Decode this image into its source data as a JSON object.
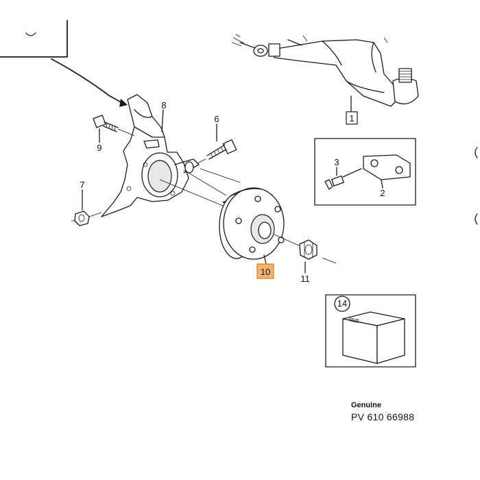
{
  "parts": [
    {
      "id": "p1",
      "label": "1"
    },
    {
      "id": "p2",
      "label": "2"
    },
    {
      "id": "p3",
      "label": "3"
    },
    {
      "id": "p6",
      "label": "6"
    },
    {
      "id": "p7",
      "label": "7"
    },
    {
      "id": "p8",
      "label": "8"
    },
    {
      "id": "p9",
      "label": "9"
    },
    {
      "id": "p10",
      "label": "10"
    },
    {
      "id": "p11",
      "label": "11"
    },
    {
      "id": "p14",
      "label": "14"
    }
  ],
  "box_text": "VOLVO",
  "footer": {
    "genuine": "Genuine",
    "code": "PV 610  66988"
  },
  "colors": {
    "highlight_fill": "#f7b26a",
    "highlight_border": "#e07b1a",
    "ink": "#1a1a1a"
  }
}
